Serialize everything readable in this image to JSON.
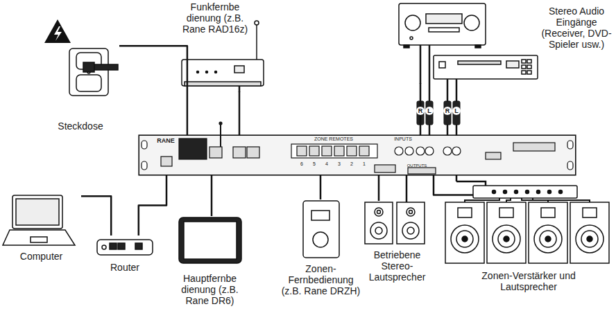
{
  "diagram": {
    "nodes": [
      {
        "text": [
          "Funkfernbe dienung (z.B. Rane RAD16z)"
        ]
      },
      {
        "text": [
          "Stereo Audio Eingänge (Receiver, DVD- Spieler usw.)"
        ]
      },
      {
        "text": [
          "Steckdose"
        ]
      },
      {
        "text": [
          "RANE",
          "ZONE REMOTES",
          "INPUTS",
          "OUTPUTS"
        ]
      },
      {
        "text": [
          "Computer"
        ]
      },
      {
        "text": [
          "Router"
        ]
      },
      {
        "text": [
          "Hauptfernbe dienung (z.B. Rane DR6)"
        ]
      },
      {
        "text": [
          "Zonen- Fernbedienung (z.B. Rane DRZH)"
        ]
      },
      {
        "text": [
          "Betriebene Stereo- Lautsprecher"
        ]
      },
      {
        "text": [
          "Zonen-Verstärker und Lautsprecher"
        ]
      }
    ],
    "edges": [
      {
        "from": 2,
        "to": 3,
        "arrow": "none"
      },
      {
        "from": 0,
        "to": 3,
        "arrow": "none"
      },
      {
        "from": 1,
        "to": 3,
        "arrow": "none"
      },
      {
        "from": 4,
        "to": 5,
        "arrow": "none"
      },
      {
        "from": 3,
        "to": 5,
        "arrow": "none"
      },
      {
        "from": 3,
        "to": 6,
        "arrow": "none"
      },
      {
        "from": 3,
        "to": 7,
        "arrow": "none"
      },
      {
        "from": 3,
        "to": 8,
        "arrow": "none"
      },
      {
        "from": 3,
        "to": 9,
        "arrow": "none"
      }
    ],
    "labels": [
      "R",
      "L",
      "R",
      "L",
      "6",
      "5",
      "4",
      "3",
      "2",
      "1"
    ]
  }
}
